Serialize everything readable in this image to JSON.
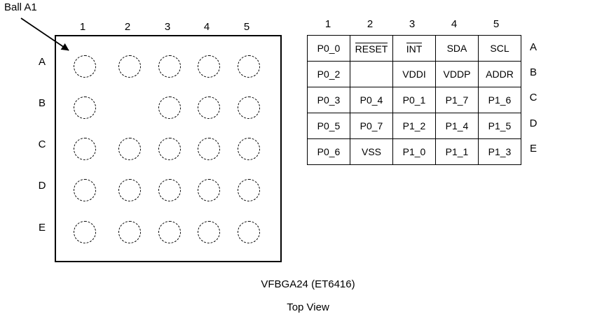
{
  "callout": {
    "label": "Ball A1"
  },
  "package": {
    "col_labels": [
      "1",
      "2",
      "3",
      "4",
      "5"
    ],
    "row_labels": [
      "A",
      "B",
      "C",
      "D",
      "E"
    ],
    "balls": [
      {
        "row": "A",
        "col": "1",
        "present": true
      },
      {
        "row": "A",
        "col": "2",
        "present": true
      },
      {
        "row": "A",
        "col": "3",
        "present": true
      },
      {
        "row": "A",
        "col": "4",
        "present": true
      },
      {
        "row": "A",
        "col": "5",
        "present": true
      },
      {
        "row": "B",
        "col": "1",
        "present": true
      },
      {
        "row": "B",
        "col": "2",
        "present": false
      },
      {
        "row": "B",
        "col": "3",
        "present": true
      },
      {
        "row": "B",
        "col": "4",
        "present": true
      },
      {
        "row": "B",
        "col": "5",
        "present": true
      },
      {
        "row": "C",
        "col": "1",
        "present": true
      },
      {
        "row": "C",
        "col": "2",
        "present": true
      },
      {
        "row": "C",
        "col": "3",
        "present": true
      },
      {
        "row": "C",
        "col": "4",
        "present": true
      },
      {
        "row": "C",
        "col": "5",
        "present": true
      },
      {
        "row": "D",
        "col": "1",
        "present": true
      },
      {
        "row": "D",
        "col": "2",
        "present": true
      },
      {
        "row": "D",
        "col": "3",
        "present": true
      },
      {
        "row": "D",
        "col": "4",
        "present": true
      },
      {
        "row": "D",
        "col": "5",
        "present": true
      },
      {
        "row": "E",
        "col": "1",
        "present": true
      },
      {
        "row": "E",
        "col": "2",
        "present": true
      },
      {
        "row": "E",
        "col": "3",
        "present": true
      },
      {
        "row": "E",
        "col": "4",
        "present": true
      },
      {
        "row": "E",
        "col": "5",
        "present": true
      }
    ]
  },
  "pinout": {
    "col_labels": [
      "1",
      "2",
      "3",
      "4",
      "5"
    ],
    "row_labels": [
      "A",
      "B",
      "C",
      "D",
      "E"
    ],
    "rows": [
      [
        {
          "text": "P0_0",
          "overline": false
        },
        {
          "text": "RESET",
          "overline": true
        },
        {
          "text": "INT",
          "overline": true
        },
        {
          "text": "SDA",
          "overline": false
        },
        {
          "text": "SCL",
          "overline": false
        }
      ],
      [
        {
          "text": "P0_2",
          "overline": false
        },
        {
          "text": "",
          "overline": false
        },
        {
          "text": "VDDI",
          "overline": false
        },
        {
          "text": "VDDP",
          "overline": false
        },
        {
          "text": "ADDR",
          "overline": false
        }
      ],
      [
        {
          "text": "P0_3",
          "overline": false
        },
        {
          "text": "P0_4",
          "overline": false
        },
        {
          "text": "P0_1",
          "overline": false
        },
        {
          "text": "P1_7",
          "overline": false
        },
        {
          "text": "P1_6",
          "overline": false
        }
      ],
      [
        {
          "text": "P0_5",
          "overline": false
        },
        {
          "text": "P0_7",
          "overline": false
        },
        {
          "text": "P1_2",
          "overline": false
        },
        {
          "text": "P1_4",
          "overline": false
        },
        {
          "text": "P1_5",
          "overline": false
        }
      ],
      [
        {
          "text": "P0_6",
          "overline": false
        },
        {
          "text": "VSS",
          "overline": false
        },
        {
          "text": "P1_0",
          "overline": false
        },
        {
          "text": "P1_1",
          "overline": false
        },
        {
          "text": "P1_3",
          "overline": false
        }
      ]
    ]
  },
  "captions": {
    "package_name": "VFBGA24 (ET6416)",
    "view": "Top View"
  },
  "colors": {
    "line": "#000000",
    "background": "#ffffff"
  }
}
